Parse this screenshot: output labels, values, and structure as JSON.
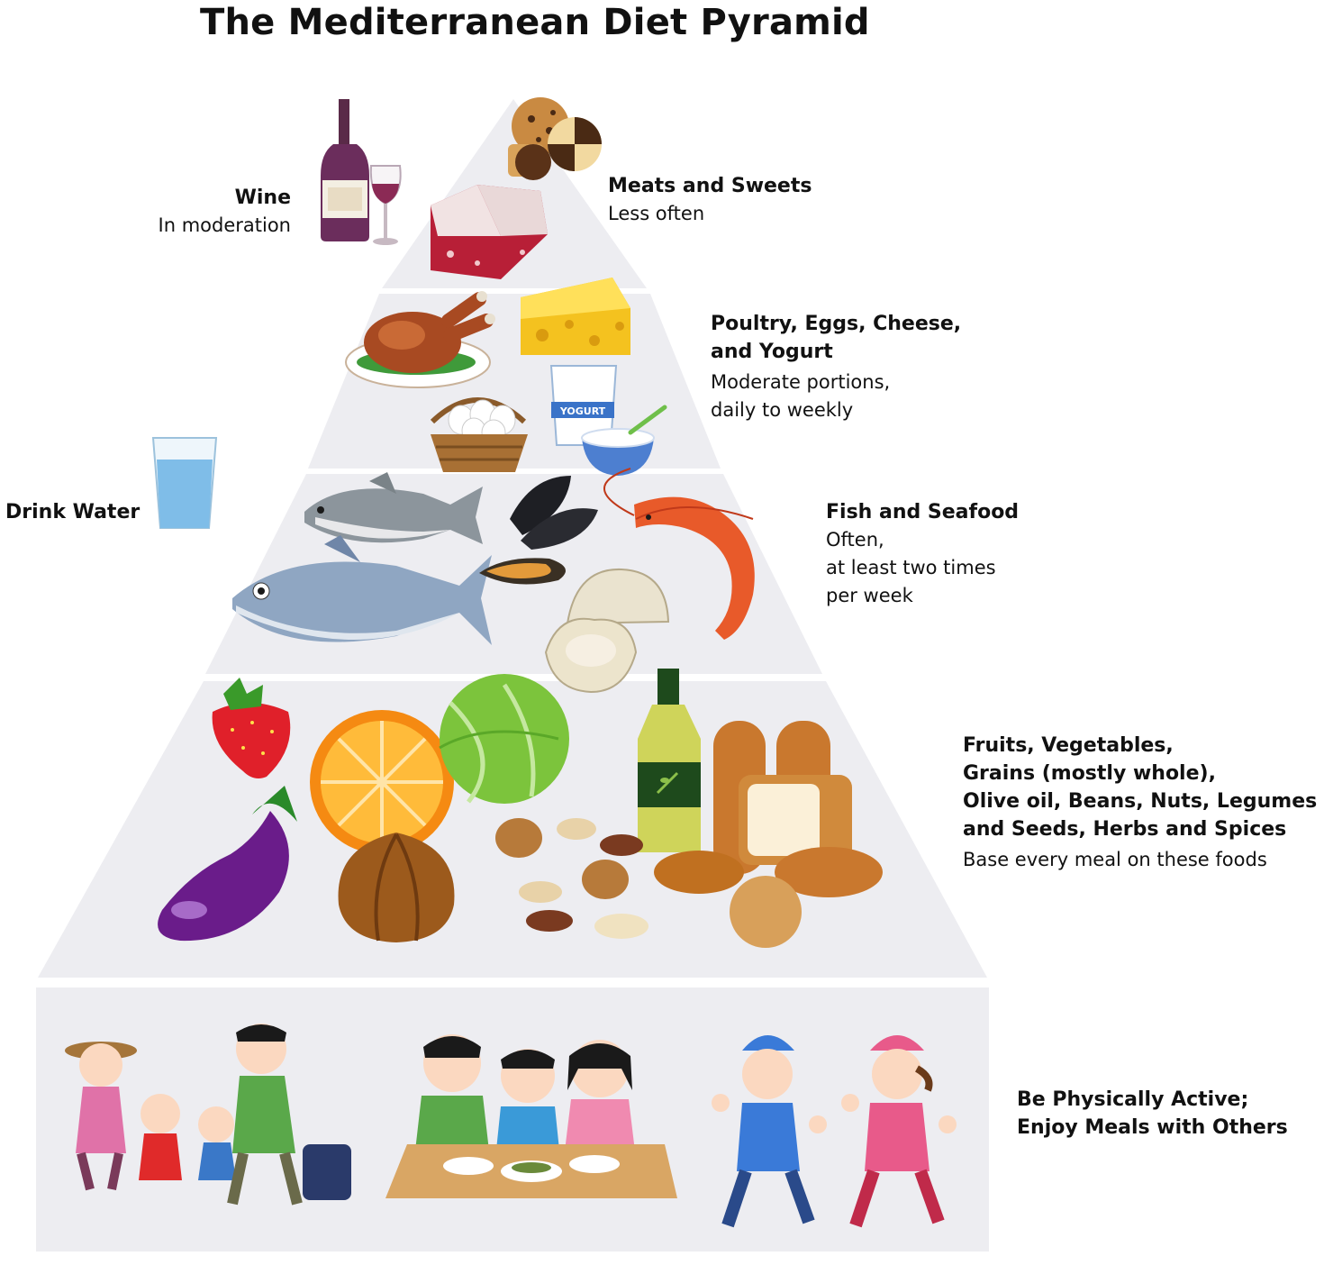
{
  "title": "The Mediterranean Diet Pyramid",
  "colors": {
    "tier_fill": "#ededf1",
    "base_fill": "#ededf1",
    "text": "#111111"
  },
  "tiers": [
    {
      "id": "meats-sweets",
      "heading": [
        "Meats and Sweets"
      ],
      "sub": [
        "Less often"
      ],
      "icons": [
        "cookies-icon",
        "meat-icon"
      ]
    },
    {
      "id": "poultry",
      "heading": [
        "Poultry, Eggs, Cheese,",
        "and Yogurt"
      ],
      "sub": [
        "Moderate portions,",
        "daily to weekly"
      ],
      "icons": [
        "roast-chicken-icon",
        "cheese-icon",
        "yogurt-icon",
        "egg-basket-icon"
      ],
      "yogurt_label": "YOGURT"
    },
    {
      "id": "fish",
      "heading": [
        "Fish and Seafood"
      ],
      "sub": [
        "Often,",
        "at least two times",
        "per week"
      ],
      "icons": [
        "salmon-icon",
        "tuna-icon",
        "mussels-icon",
        "shrimp-icon",
        "scallop-icon"
      ]
    },
    {
      "id": "plants",
      "heading": [
        "Fruits, Vegetables,",
        "Grains (mostly whole),",
        "Olive oil, Beans, Nuts, Legumes",
        "and Seeds, Herbs and Spices"
      ],
      "sub": [
        "Base every meal on these foods"
      ],
      "icons": [
        "strawberry-icon",
        "orange-icon",
        "cabbage-icon",
        "olive-oil-icon",
        "bread-icon",
        "eggplant-icon",
        "onion-icon",
        "nuts-icon"
      ]
    },
    {
      "id": "lifestyle",
      "heading": [
        "Be Physically Active;",
        "Enjoy Meals with Others"
      ],
      "sub": [],
      "icons": [
        "family-walking-icon",
        "family-meal-icon",
        "runners-icon"
      ]
    }
  ],
  "side": {
    "wine": {
      "heading": "Wine",
      "sub": "In moderation",
      "icon": "wine-icon"
    },
    "water": {
      "heading": "Drink Water",
      "icon": "water-glass-icon"
    }
  }
}
